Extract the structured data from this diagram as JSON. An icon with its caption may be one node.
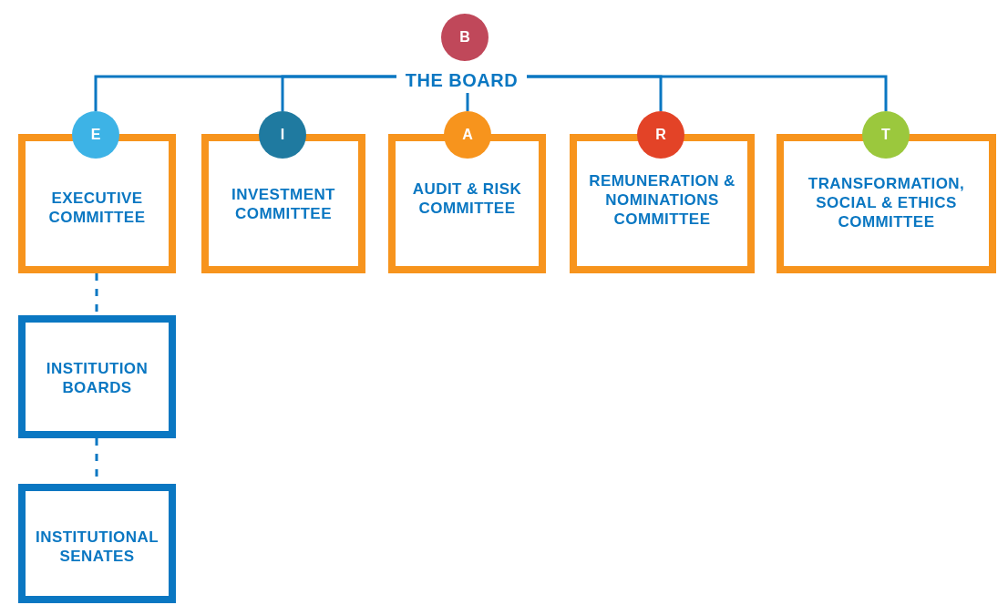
{
  "diagram": {
    "nodes": [
      {
        "text": [
          "B"
        ]
      },
      {
        "text": [
          "THE BOARD"
        ]
      },
      {
        "text": [
          "E"
        ]
      },
      {
        "text": [
          "EXECUTIVE COMMITTEE"
        ]
      },
      {
        "text": [
          "I"
        ]
      },
      {
        "text": [
          "INVESTMENT COMMITTEE"
        ]
      },
      {
        "text": [
          "A"
        ]
      },
      {
        "text": [
          "AUDIT & RISK COMMITTEE"
        ]
      },
      {
        "text": [
          "R"
        ]
      },
      {
        "text": [
          "REMUNERATION & NOMINATIONS COMMITTEE"
        ]
      },
      {
        "text": [
          "T"
        ]
      },
      {
        "text": [
          "TRANSFORMATION, SOCIAL & ETHICS COMMITTEE"
        ]
      },
      {
        "text": [
          "INSTITUTION BOARDS"
        ]
      },
      {
        "text": [
          "INSTITUTIONAL SENATES"
        ]
      }
    ],
    "edges": [
      {
        "from": 1,
        "to": 2,
        "arrow": "none"
      },
      {
        "from": 1,
        "to": 4,
        "arrow": "none"
      },
      {
        "from": 1,
        "to": 6,
        "arrow": "none"
      },
      {
        "from": 1,
        "to": 8,
        "arrow": "none"
      },
      {
        "from": 1,
        "to": 10,
        "arrow": "none"
      },
      {
        "from": 3,
        "to": 12,
        "arrow": "none",
        "style": "dashed"
      },
      {
        "from": 12,
        "to": 13,
        "arrow": "none",
        "style": "dashed"
      }
    ]
  }
}
